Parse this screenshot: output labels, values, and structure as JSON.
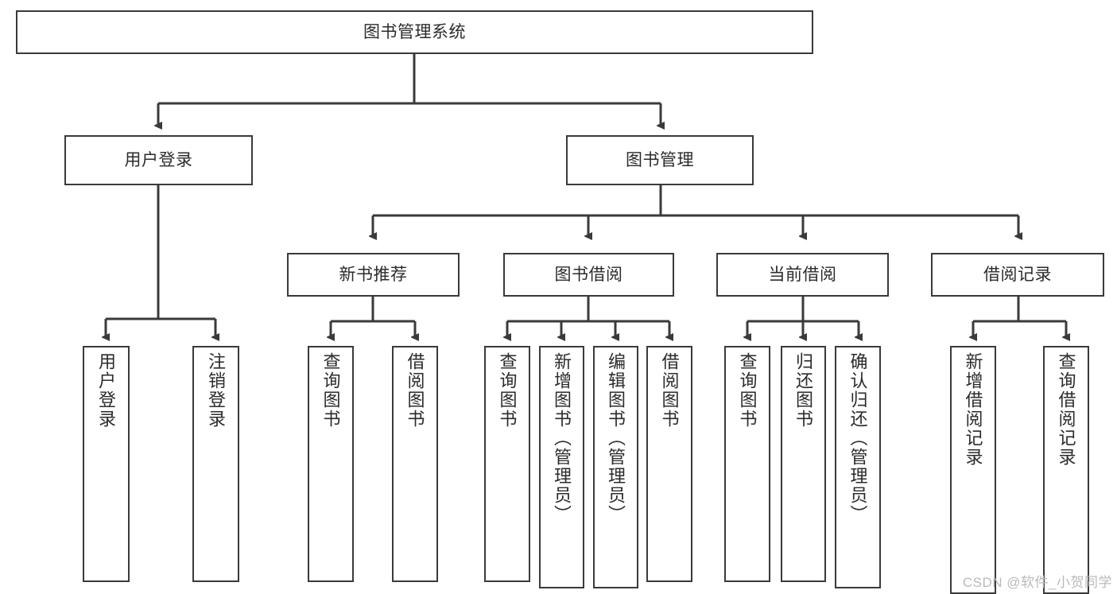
{
  "diagram": {
    "title": "图书管理系统",
    "type": "tree-hierarchy-chart",
    "root": {
      "label": "图书管理系统"
    },
    "level1": [
      {
        "label": "用户登录"
      },
      {
        "label": "图书管理"
      }
    ],
    "level2": [
      {
        "label": "新书推荐"
      },
      {
        "label": "图书借阅"
      },
      {
        "label": "当前借阅"
      },
      {
        "label": "借阅记录"
      }
    ],
    "leaves": {
      "user_login": [
        {
          "label": "用户登录"
        },
        {
          "label": "注销登录"
        }
      ],
      "new_book_recommend": [
        {
          "label": "查询图书"
        },
        {
          "label": "借阅图书"
        }
      ],
      "book_borrow": [
        {
          "label": "查询图书"
        },
        {
          "label": "新增图书（管理员）"
        },
        {
          "label": "编辑图书（管理员）"
        },
        {
          "label": "借阅图书"
        }
      ],
      "current_borrow": [
        {
          "label": "查询图书"
        },
        {
          "label": "归还图书"
        },
        {
          "label": "确认归还（管理员）"
        }
      ],
      "borrow_record": [
        {
          "label": "新增借阅记录"
        },
        {
          "label": "查询借阅记录"
        }
      ]
    }
  },
  "watermark": {
    "text": "CSDN @软件_小贺同学"
  },
  "colors": {
    "stroke": "#3a3a3a",
    "background": "#ffffff",
    "text": "#2b2b2b",
    "watermark": "#b9b9b9"
  }
}
